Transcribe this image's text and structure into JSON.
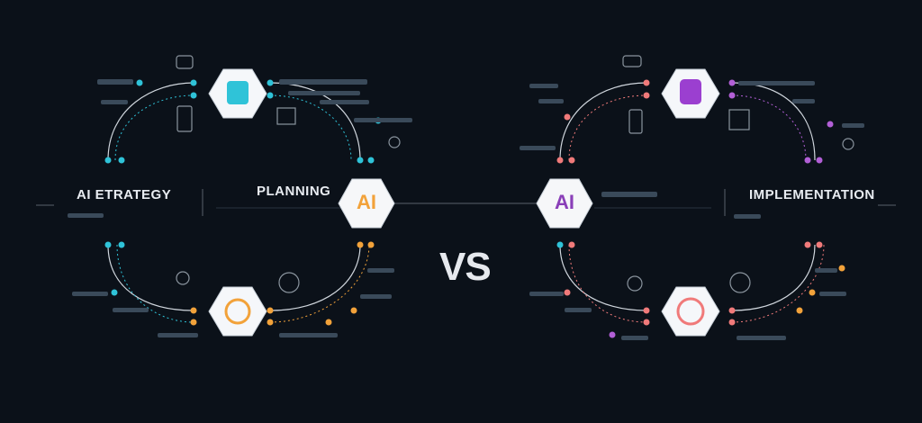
{
  "labels": {
    "ai_strategy": "AI ETRATEGY",
    "planning": "PLANNING",
    "implementation": "IMPLEMENTATION",
    "vs": "VS",
    "hex_left": "AI",
    "hex_right": "AI"
  },
  "colors": {
    "background": "#0b1119",
    "teal": "#2fc3d8",
    "orange": "#f2a23a",
    "pink": "#f07a7a",
    "purple": "#b25fd6",
    "line": "#cfd6de"
  },
  "icons": {
    "left_top_hex": "ai-chip-icon",
    "left_bottom_hex": "network-brain-icon",
    "right_top_hex": "robot-face-icon",
    "right_bottom_hex": "circuit-target-icon"
  }
}
